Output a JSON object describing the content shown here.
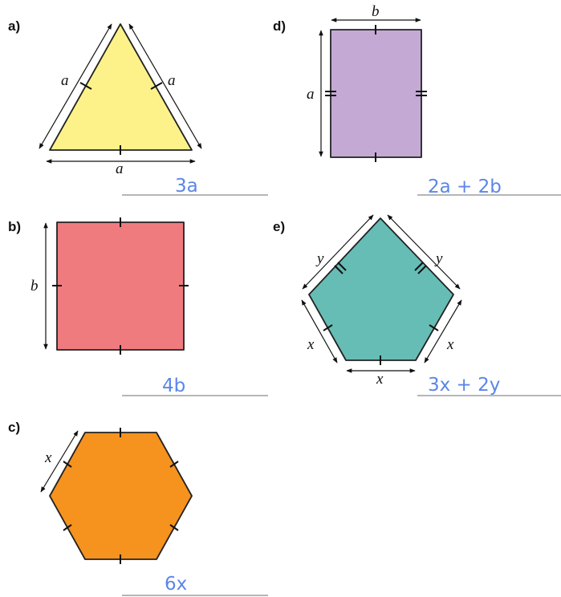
{
  "parts": [
    {
      "id": "a",
      "label": "a)",
      "shape": "equilateral-triangle",
      "side_labels": [
        "a",
        "a",
        "a"
      ],
      "answer": "3a",
      "colors": {
        "fill": "#fdf28a"
      }
    },
    {
      "id": "b",
      "label": "b)",
      "shape": "square",
      "side_labels": [
        "b"
      ],
      "answer": "4b",
      "colors": {
        "fill": "#f07b7f"
      }
    },
    {
      "id": "c",
      "label": "c)",
      "shape": "regular-hexagon",
      "side_labels": [
        "x"
      ],
      "answer": "6x",
      "colors": {
        "fill": "#f6921e"
      }
    },
    {
      "id": "d",
      "label": "d)",
      "shape": "rectangle",
      "side_labels": [
        "b",
        "a"
      ],
      "answer": "2a + 2b",
      "colors": {
        "fill": "#c4a9d4"
      }
    },
    {
      "id": "e",
      "label": "e)",
      "shape": "pentagon",
      "side_labels": [
        "y",
        "y",
        "x",
        "x",
        "x"
      ],
      "answer": "3x + 2y",
      "colors": {
        "fill": "#66bdb5"
      }
    }
  ]
}
